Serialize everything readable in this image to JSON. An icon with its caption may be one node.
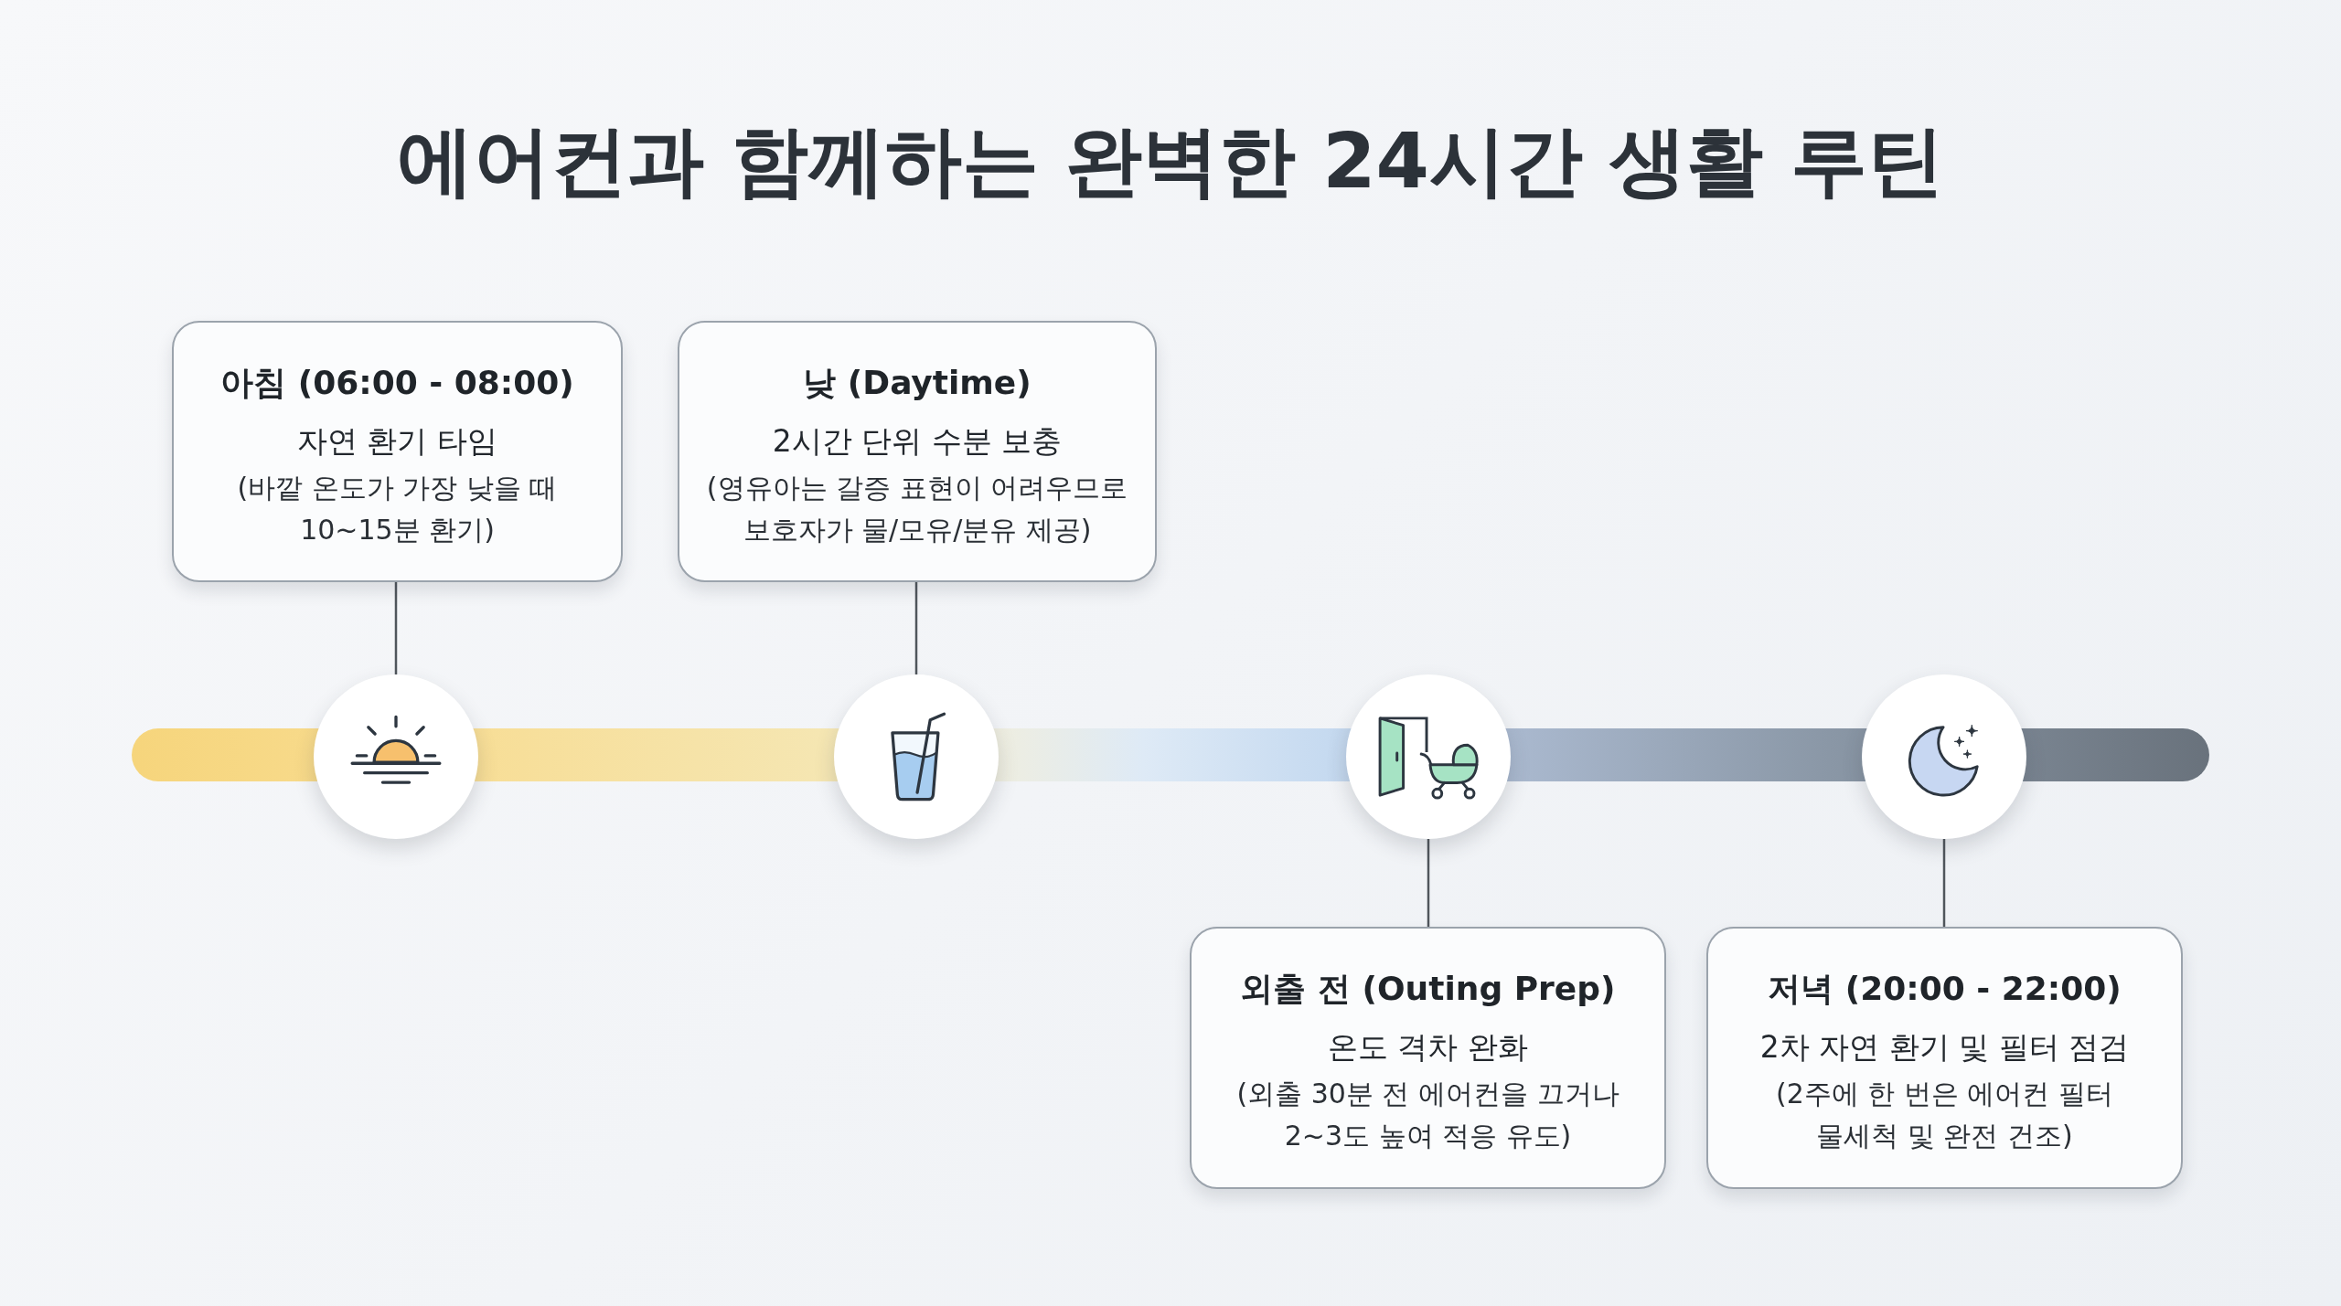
{
  "diagram": {
    "title": "에어컨과 함께하는 완벽한 24시간 생활 루틴",
    "nodes": [
      {
        "text": [
          "아침 (06:00 - 08:00)",
          "자연 환기 타임",
          "(바깥 온도가 가장 낮을 때 10~15분 환기)"
        ]
      },
      {
        "text": [
          "낮 (Daytime)",
          "2시간 단위 수분 보충",
          "(영유아는 갈증 표현이 어려우므로 보호자가 물/모유/분유 제공)"
        ]
      },
      {
        "text": [],
        "shape": "bar"
      },
      {
        "text": [],
        "shape": "circle"
      },
      {
        "text": [],
        "shape": "circle"
      },
      {
        "text": [],
        "shape": "circle"
      },
      {
        "text": [],
        "shape": "circle"
      },
      {
        "text": [
          "외출 전 (Outing Prep)",
          "온도 격차 완화",
          "(외출 30분 전 에어컨을 끄거나 2~3도 높여 적응 유도)"
        ]
      },
      {
        "text": [
          "저녁 (20:00 - 22:00)",
          "2차 자연 환기 및 필터 점검",
          "(2주에 한 번은 에어컨 필터 물세척 및 완전 건조)"
        ]
      }
    ],
    "edges": [
      {
        "from": 0,
        "to": 3,
        "arrow": "none"
      },
      {
        "from": 1,
        "to": 4,
        "arrow": "none"
      },
      {
        "from": 5,
        "to": 7,
        "arrow": "none"
      },
      {
        "from": 6,
        "to": 8,
        "arrow": "none"
      }
    ]
  }
}
